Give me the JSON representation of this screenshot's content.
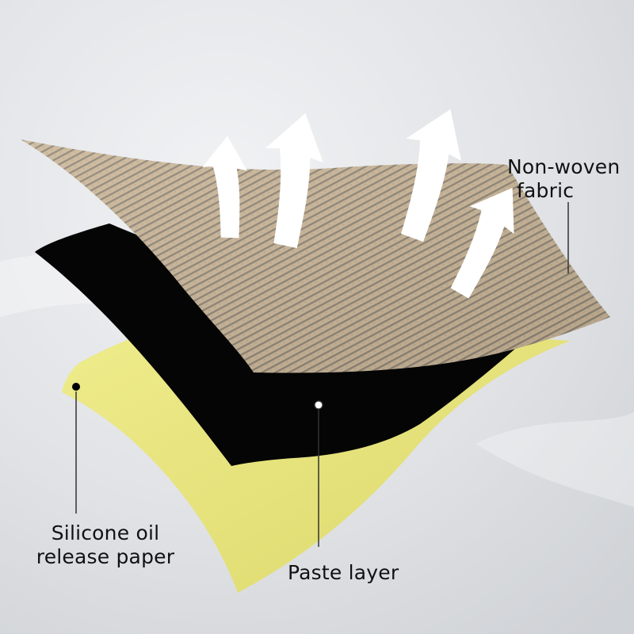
{
  "layers": {
    "nonwoven": {
      "label_line1": "Non-woven",
      "label_line2": "fabric",
      "color": "#c9b496"
    },
    "paste": {
      "label": "Paste layer",
      "color": "#000000"
    },
    "release": {
      "label_line1": "Silicone oil",
      "label_line2": "release paper",
      "color": "#e8e47e"
    }
  },
  "arrows": {
    "count": 4,
    "color": "#ffffff",
    "icon": "breathable-arrow-icon"
  },
  "background": {
    "color": "#e2e4e7"
  }
}
